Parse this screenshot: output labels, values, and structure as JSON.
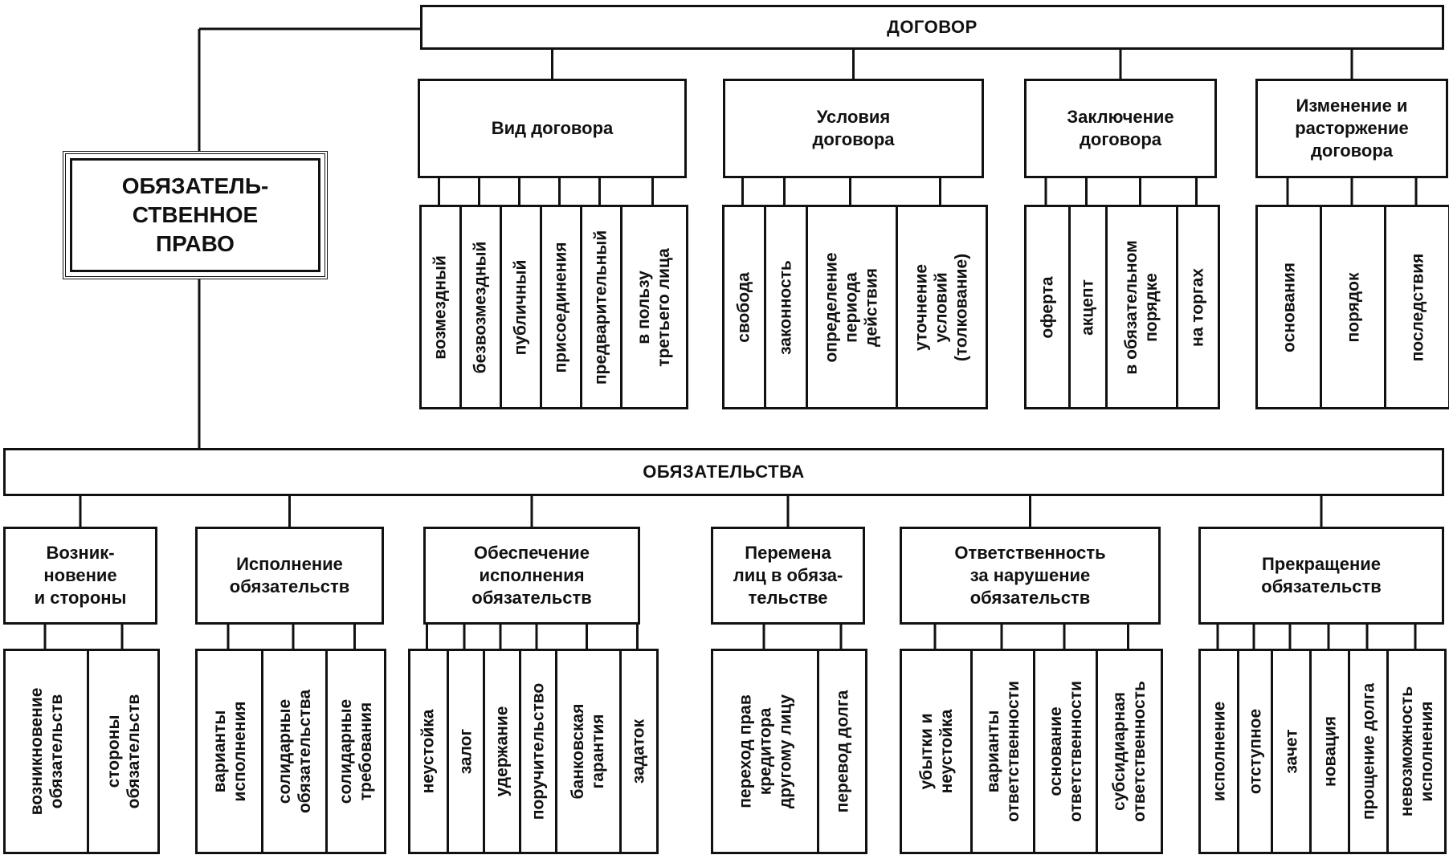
{
  "root": "ОБЯЗАТЕЛЬ-\nСТВЕННОЕ\nПРАВО",
  "top_bar": "ДОГОВОР",
  "bottom_bar": "ОБЯЗАТЕЛЬСТВА",
  "contract_groups": [
    {
      "title": "Вид договора",
      "items": [
        "возмездный",
        "безвозмездный",
        "публичный",
        "присоединения",
        "предварительный",
        "в пользу\nтретьего лица"
      ]
    },
    {
      "title": "Условия\nдоговора",
      "items": [
        "свобода",
        "законность",
        "определение\nпериода\nдействия",
        "уточнение\nусловий\n(толкование)"
      ]
    },
    {
      "title": "Заключение\nдоговора",
      "items": [
        "оферта",
        "акцепт",
        "в обязательном\nпорядке",
        "на торгах"
      ]
    },
    {
      "title": "Изменение и\nрасторжение\nдоговора",
      "items": [
        "основания",
        "порядок",
        "последствия"
      ]
    }
  ],
  "obligation_groups": [
    {
      "title": "Возник-\nновение\nи стороны",
      "items": [
        "возникновение\nобязательств",
        "стороны\nобязательств"
      ]
    },
    {
      "title": "Исполнение\nобязательств",
      "items": [
        "варианты\nисполнения",
        "солидарные\nобязательства",
        "солидарные\nтребования"
      ]
    },
    {
      "title": "Обеспечение\nисполнения\nобязательств",
      "items": [
        "неустойка",
        "залог",
        "удержание",
        "поручительство",
        "банковская\nгарантия",
        "задаток"
      ]
    },
    {
      "title": "Перемена\nлиц в обяза-\nтельстве",
      "items": [
        "переход прав\nкредитора\nдругому лицу",
        "перевод долга"
      ]
    },
    {
      "title": "Ответственность\nза нарушение\nобязательств",
      "items": [
        "убытки и\nнеустойка",
        "варианты\nответственности",
        "основание\nответственности",
        "субсидиарная\nответственность"
      ]
    },
    {
      "title": "Прекращение\nобязательств",
      "items": [
        "исполнение",
        "отступное",
        "зачет",
        "новация",
        "прощение долга",
        "невозможность\nисполнения"
      ]
    }
  ]
}
